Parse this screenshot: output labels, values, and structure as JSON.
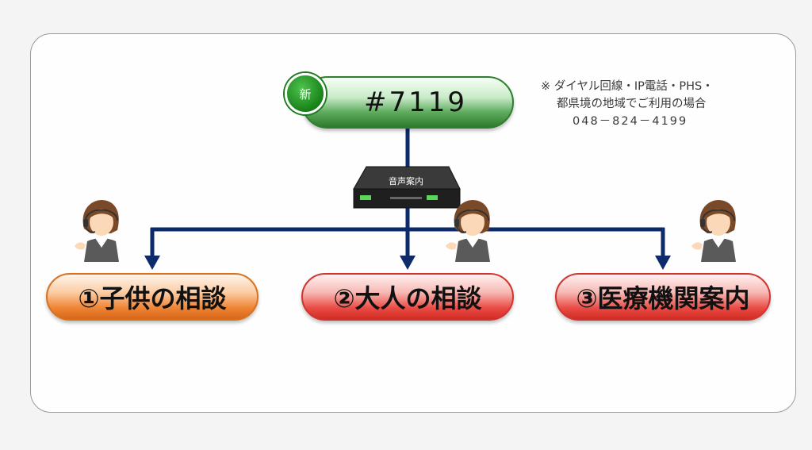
{
  "note": {
    "line1": "※ ダイヤル回線・IP電話・PHS・",
    "line2": "都県境の地域でご利用の場合",
    "line3": "048－824－4199"
  },
  "top": {
    "badge": "新",
    "number": "#7119"
  },
  "router": {
    "label": "音声案内"
  },
  "options": [
    {
      "label": "①子供の相談"
    },
    {
      "label": "②大人の相談"
    },
    {
      "label": "③医療機関案内"
    }
  ],
  "colors": {
    "line": "#0d2a6b",
    "green": "#2d8a2d",
    "orange": "#ee8434",
    "red": "#ea4c45"
  },
  "icons": [
    "operator-icon",
    "router-icon"
  ]
}
